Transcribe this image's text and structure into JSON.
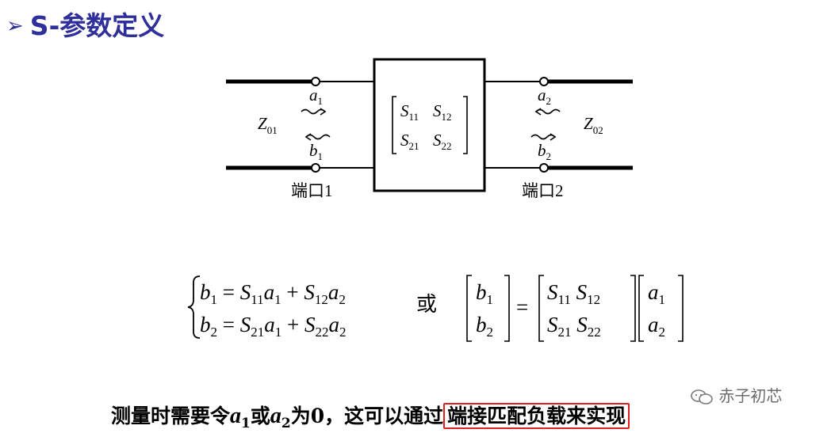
{
  "title": {
    "text": "S-参数定义"
  },
  "diagram": {
    "port1_label": "端口1",
    "port2_label": "端口2",
    "z01": "Z",
    "z01_sub": "01",
    "z02": "Z",
    "z02_sub": "02",
    "a1": "a",
    "a1_sub": "1",
    "b1": "b",
    "b1_sub": "1",
    "a2": "a",
    "a2_sub": "2",
    "b2": "b",
    "b2_sub": "2",
    "matrix": [
      "S",
      "11",
      "S",
      "12",
      "S",
      "21",
      "S",
      "22"
    ]
  },
  "equations": {
    "or_word": "或"
  },
  "bottom": {
    "prefix": "测量时需要令",
    "a": "a",
    "sub1": "1",
    "mid": "或",
    "sub2": "2",
    "suffix": "为0，这可以通过",
    "highlight": "端接匹配负载来实现"
  },
  "watermark": {
    "text": "赤子初芯"
  }
}
